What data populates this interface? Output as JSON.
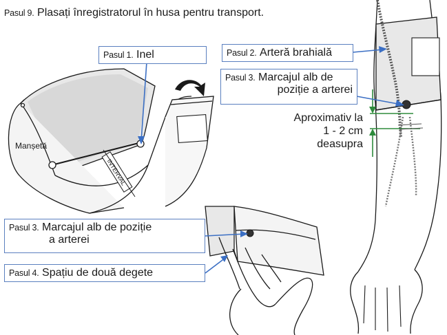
{
  "top_instruction": {
    "step": "Pasul 9.",
    "text": "Plasați înregistratorul în husa pentru transport."
  },
  "labels": {
    "ring": {
      "step": "Pasul 1.",
      "text": "Inel"
    },
    "brachial_artery": {
      "step": "Pasul 2.",
      "text": "Arteră brahială"
    },
    "artery_mark_right": {
      "step": "Pasul 3.",
      "line1": "Marcajul alb de",
      "line2": "poziție a arterei"
    },
    "artery_mark_bottom": {
      "step": "Pasul 3.",
      "line1": "Marcajul alb de poziție",
      "line2": "a arterei"
    },
    "two_fingers": {
      "step": "Pasul 4.",
      "text": "Spațiu de două degete"
    }
  },
  "approx": {
    "line1": "Aproximativ la",
    "line2": "1 - 2 cm",
    "line3": "deasupra"
  },
  "cuff_label": "Manșetă",
  "interval_label": "INTERVAL",
  "colors": {
    "label_border": "#5a7fbf",
    "arrow_blue": "#3b6fc4",
    "green": "#2e8b3c",
    "cuff_fill": "#e6e6e6"
  }
}
